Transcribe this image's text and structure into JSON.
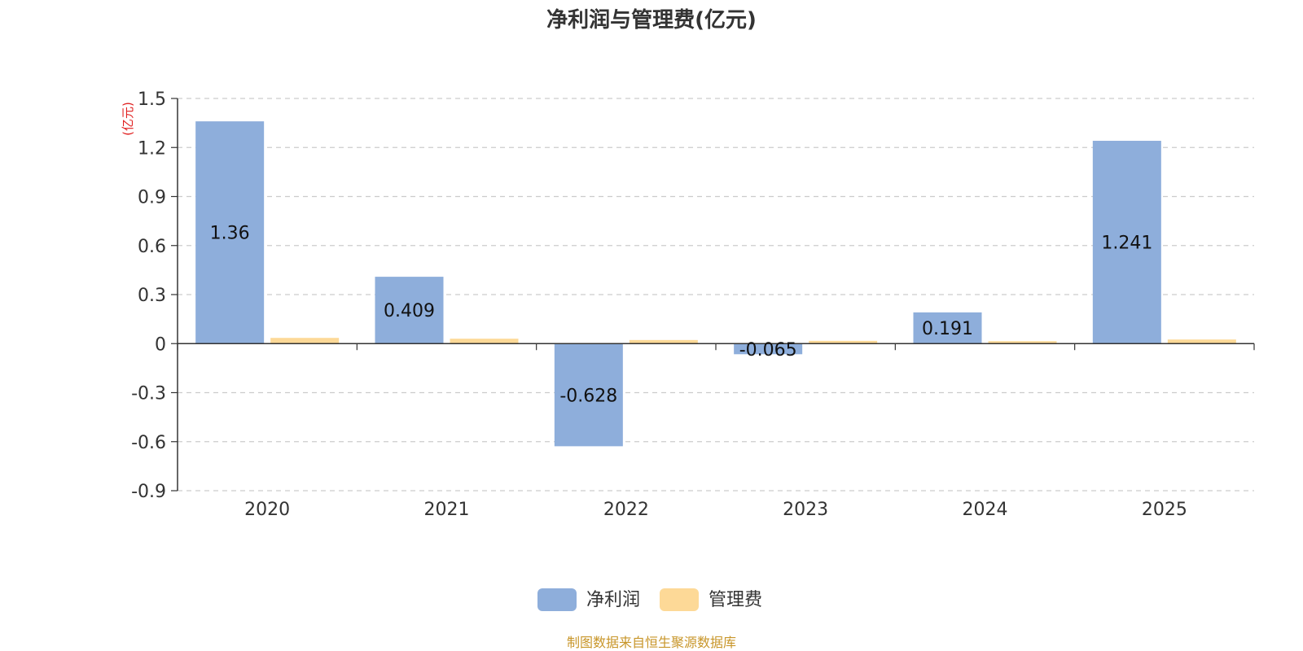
{
  "chart_data": {
    "type": "bar",
    "title": "净利润与管理费(亿元)",
    "unit_label": "(亿元)",
    "categories": [
      "2020",
      "2021",
      "2022",
      "2023",
      "2024",
      "2025"
    ],
    "series": [
      {
        "name": "净利润",
        "values": [
          1.36,
          0.409,
          -0.628,
          -0.065,
          0.191,
          1.241
        ],
        "color": "#8eaedb",
        "show_labels": true
      },
      {
        "name": "管理费",
        "values": [
          0.035,
          0.03,
          0.022,
          0.017,
          0.015,
          0.025
        ],
        "color": "#fdd997",
        "show_labels": false
      }
    ],
    "y_ticks": [
      "1.5",
      "1.2",
      "0.9",
      "0.6",
      "0.3",
      "0",
      "-0.3",
      "-0.6",
      "-0.9"
    ],
    "ylim": [
      -0.9,
      1.5
    ],
    "grid": true,
    "legend_position": "bottom-center"
  },
  "colors": {
    "unit_label": "#e02020",
    "source_text": "#c8962a",
    "grid": "#cccccc",
    "axis": "#333333"
  },
  "source_text": "制图数据来自恒生聚源数据库"
}
